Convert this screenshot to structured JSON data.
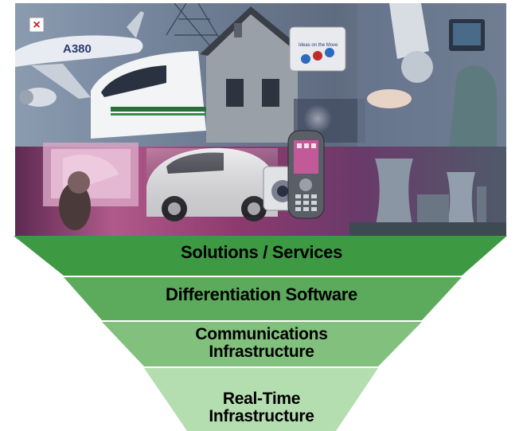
{
  "banner": {
    "aircraft_label": "A380",
    "card_text": "Ideas on the Move",
    "broken_image_glyph": "×",
    "colors": {
      "top_band": "#6d7d93",
      "bottom_band": "#7a3a6a",
      "accent": "#d21a1a"
    }
  },
  "pyramid": {
    "colors": {
      "layer1": "#3d9a43",
      "layer2": "#5caa5b",
      "layer3": "#82c07e",
      "layer4": "#b4ddb0",
      "divider": "#ffffff"
    },
    "layers": [
      {
        "label": "Solutions / Services"
      },
      {
        "label": "Differentiation Software"
      },
      {
        "label_line1": "Communications",
        "label_line2": "Infrastructure"
      },
      {
        "label_line1": "Real-Time",
        "label_line2": "Infrastructure"
      }
    ]
  }
}
